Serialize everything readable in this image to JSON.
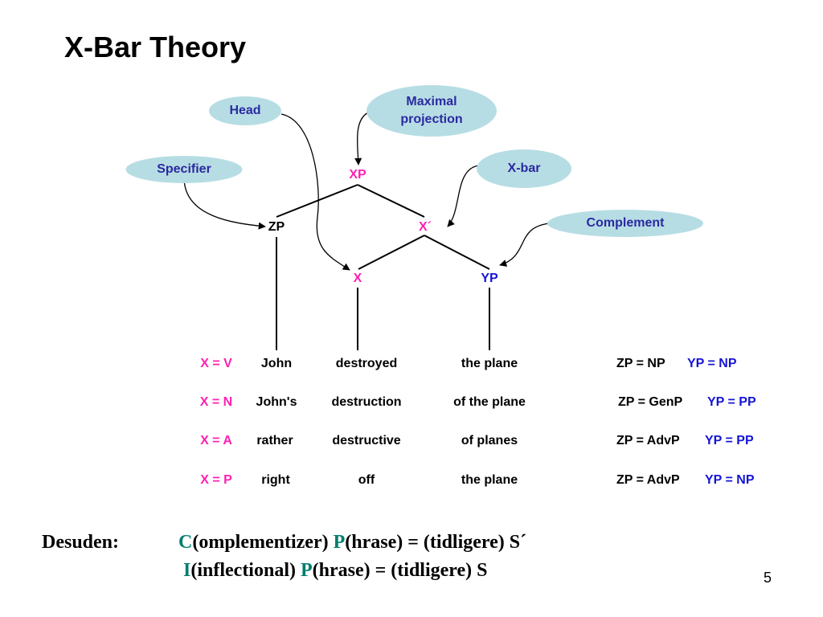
{
  "title": "X-Bar Theory",
  "tree": {
    "xp": "XP",
    "zp": "ZP",
    "xbar": "X´",
    "x": "X",
    "yp": "YP"
  },
  "bubbles": {
    "head": "Head",
    "maximal": "Maximal projection",
    "specifier": "Specifier",
    "xbar": "X-bar",
    "complement": "Complement"
  },
  "rows": [
    {
      "x_label": "X = V",
      "spec": "John",
      "head": "destroyed",
      "comp": "the plane",
      "zp_eq": "ZP = NP",
      "yp_eq": "YP = NP"
    },
    {
      "x_label": "X = N",
      "spec": "John's",
      "head": "destruction",
      "comp": "of the plane",
      "zp_eq": "ZP = GenP",
      "yp_eq": "YP = PP"
    },
    {
      "x_label": "X = A",
      "spec": "rather",
      "head": "destructive",
      "comp": "of planes",
      "zp_eq": "ZP = AdvP",
      "yp_eq": "YP = PP"
    },
    {
      "x_label": "X = P",
      "spec": "right",
      "head": "off",
      "comp": "the plane",
      "zp_eq": "ZP = AdvP",
      "yp_eq": "YP = NP"
    }
  ],
  "footer": {
    "label": "Desuden:",
    "line1_c": "C",
    "line1_c_rest": "(omplementizer) ",
    "line1_p": "P",
    "line1_rest": "(hrase)  = (tidligere) S´",
    "line2_i": "I",
    "line2_i_rest": "(inflectional) ",
    "line2_p": "P",
    "line2_rest": "(hrase) = (tidligere) S"
  },
  "page_number": "5",
  "colors": {
    "pink": "#ff1fb4",
    "blue": "#1515d6",
    "teal": "#007e6e",
    "bubble_fill": "#b7dde4",
    "bubble_text": "#2a2aa0"
  }
}
